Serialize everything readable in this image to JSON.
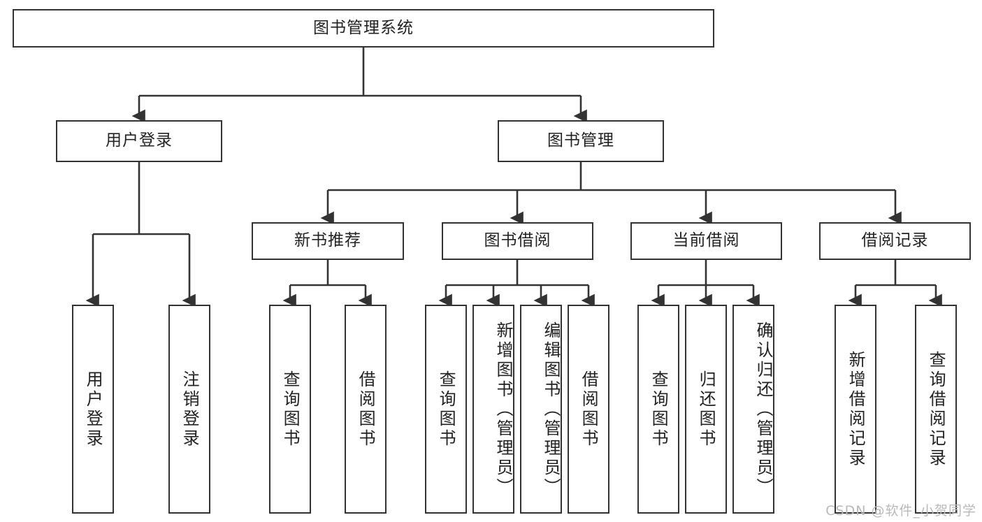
{
  "diagram": {
    "title": "图书管理系统",
    "type": "tree-hierarchy",
    "root": {
      "label": "图书管理系统"
    },
    "level2": [
      {
        "label": "用户登录"
      },
      {
        "label": "图书管理"
      }
    ],
    "level3": [
      {
        "label": "新书推荐"
      },
      {
        "label": "图书借阅"
      },
      {
        "label": "当前借阅"
      },
      {
        "label": "借阅记录"
      }
    ],
    "leaves": {
      "user_login": [
        {
          "label": "用户登录"
        },
        {
          "label": "注销登录"
        }
      ],
      "new_book_recommend": [
        {
          "label": "查询图书"
        },
        {
          "label": "借阅图书"
        }
      ],
      "book_borrow": [
        {
          "label": "查询图书"
        },
        {
          "label": "新增图书（管理员）"
        },
        {
          "label": "编辑图书（管理员）"
        },
        {
          "label": "借阅图书"
        }
      ],
      "current_borrow": [
        {
          "label": "查询图书"
        },
        {
          "label": "归还图书"
        },
        {
          "label": "确认归还（管理员）"
        }
      ],
      "borrow_record": [
        {
          "label": "新增借阅记录"
        },
        {
          "label": "查询借阅记录"
        }
      ]
    }
  },
  "watermark": "CSDN @软件_小贺同学",
  "colors": {
    "stroke": "#333333",
    "fill": "#ffffff",
    "text": "#222222",
    "watermark": "#b9b9b9"
  }
}
